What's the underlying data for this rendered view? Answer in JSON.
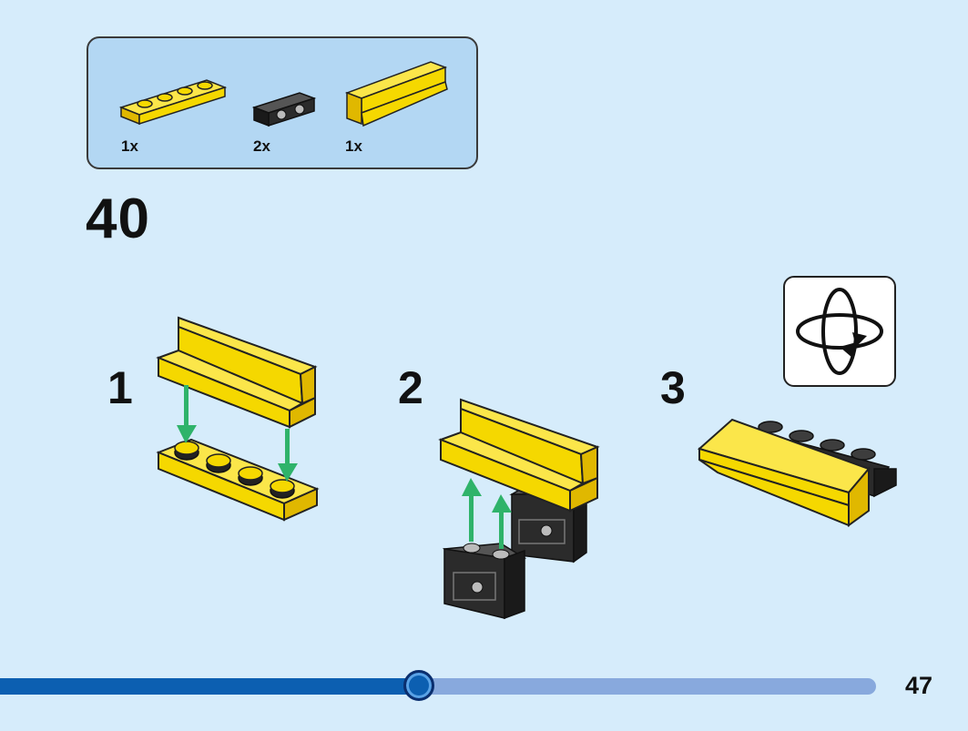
{
  "parts_list": {
    "parts": [
      {
        "name": "yellow-plate-1x4",
        "color": "#f5d800",
        "qty": "1x"
      },
      {
        "name": "black-bracket-1x2",
        "color": "#2b2b2b",
        "qty": "2x"
      },
      {
        "name": "yellow-panel-1x4",
        "color": "#f5d800",
        "qty": "1x"
      }
    ]
  },
  "step": {
    "number": "40"
  },
  "substeps": [
    "1",
    "2",
    "3"
  ],
  "rotate_icon": "rotate-model-icon",
  "progress": {
    "fraction": 0.478
  },
  "page": {
    "number": "47"
  },
  "colors": {
    "background": "#d6ecfb",
    "parts_box": "#b3d7f3",
    "yellow": "#f5d800",
    "black_part": "#2b2b2b",
    "arrow": "#2fb36a",
    "progress_fill": "#0c5fb1",
    "progress_track": "#88a9dd"
  }
}
